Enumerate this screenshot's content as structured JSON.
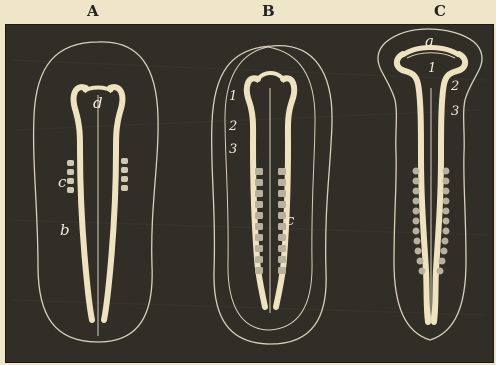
{
  "figure": {
    "panels": [
      {
        "id": "A",
        "title": "A",
        "labels": [
          "d",
          "c",
          "b"
        ]
      },
      {
        "id": "B",
        "title": "B",
        "labels": [
          "1",
          "2",
          "3",
          "c"
        ]
      },
      {
        "id": "C",
        "title": "C",
        "labels": [
          "a",
          "1",
          "2",
          "3"
        ]
      }
    ]
  }
}
